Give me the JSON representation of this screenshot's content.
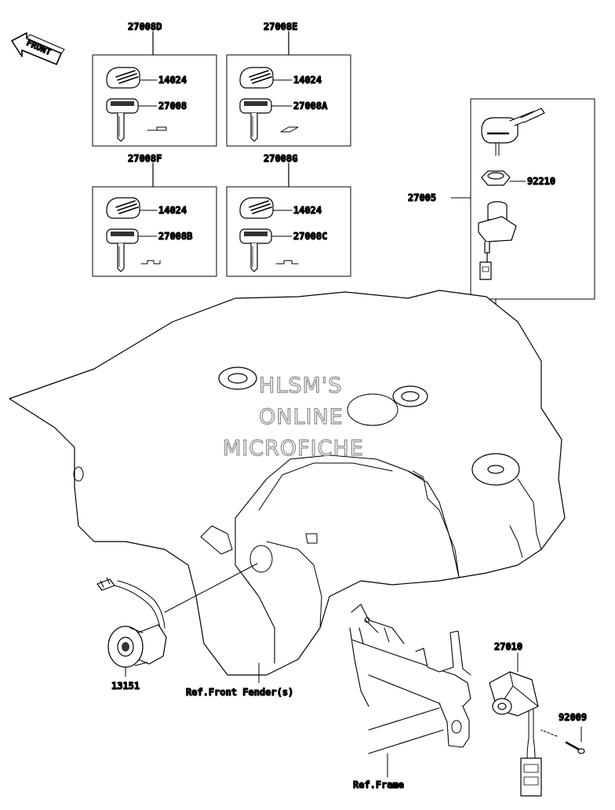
{
  "orientation_mark": {
    "label": "FRONT"
  },
  "watermark": {
    "line1": "HLSM'S",
    "line2": "ONLINE",
    "line3": "MICROFICHE"
  },
  "key_sets": [
    {
      "set": "27008D",
      "knob": "14024",
      "key": "27008"
    },
    {
      "set": "27008E",
      "knob": "14024",
      "key": "27008A"
    },
    {
      "set": "27008F",
      "knob": "14024",
      "key": "27008B"
    },
    {
      "set": "27008G",
      "knob": "14024",
      "key": "27008C"
    }
  ],
  "ignition_switch": {
    "assembly": "27005",
    "nut": "92210"
  },
  "parts": {
    "switch_lower": "13151",
    "switch_right": "27010",
    "screw": "92009"
  },
  "references": {
    "fender": "Ref.Front Fender(s)",
    "frame": "Ref.Frame"
  }
}
